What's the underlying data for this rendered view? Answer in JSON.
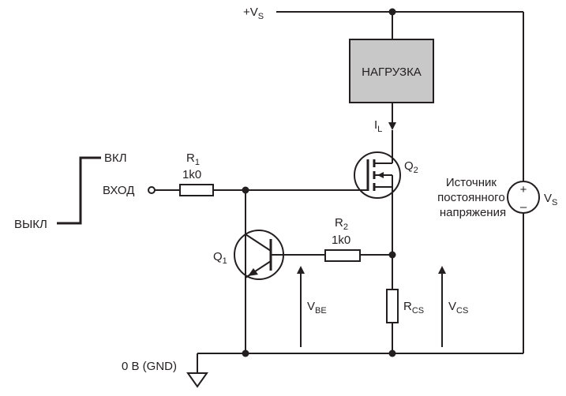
{
  "supply_label": "+V",
  "supply_sub": "S",
  "load_label": "НАГРУЗКА",
  "current_label": "I",
  "current_sub": "L",
  "q2_label": "Q",
  "q2_sub": "2",
  "q1_label": "Q",
  "q1_sub": "1",
  "r1_name": "R",
  "r1_sub": "1",
  "r1_value": "1k0",
  "r2_name": "R",
  "r2_sub": "2",
  "r2_value": "1k0",
  "input_label": "ВХОД",
  "on_label": "ВКЛ",
  "off_label": "ВЫКЛ",
  "source_lines": [
    "Источник",
    "постоянного",
    "напряжения"
  ],
  "vs_label": "V",
  "vs_sub": "S",
  "vbe_label": "V",
  "vbe_sub": "BE",
  "rcs_label": "R",
  "rcs_sub": "CS",
  "vcs_label": "V",
  "vcs_sub": "CS",
  "gnd_label": "0 В (GND)",
  "plus_sign": "+",
  "minus_sign": "–",
  "colors": {
    "line": "#231f20",
    "load_fill": "#c8c8c8"
  }
}
